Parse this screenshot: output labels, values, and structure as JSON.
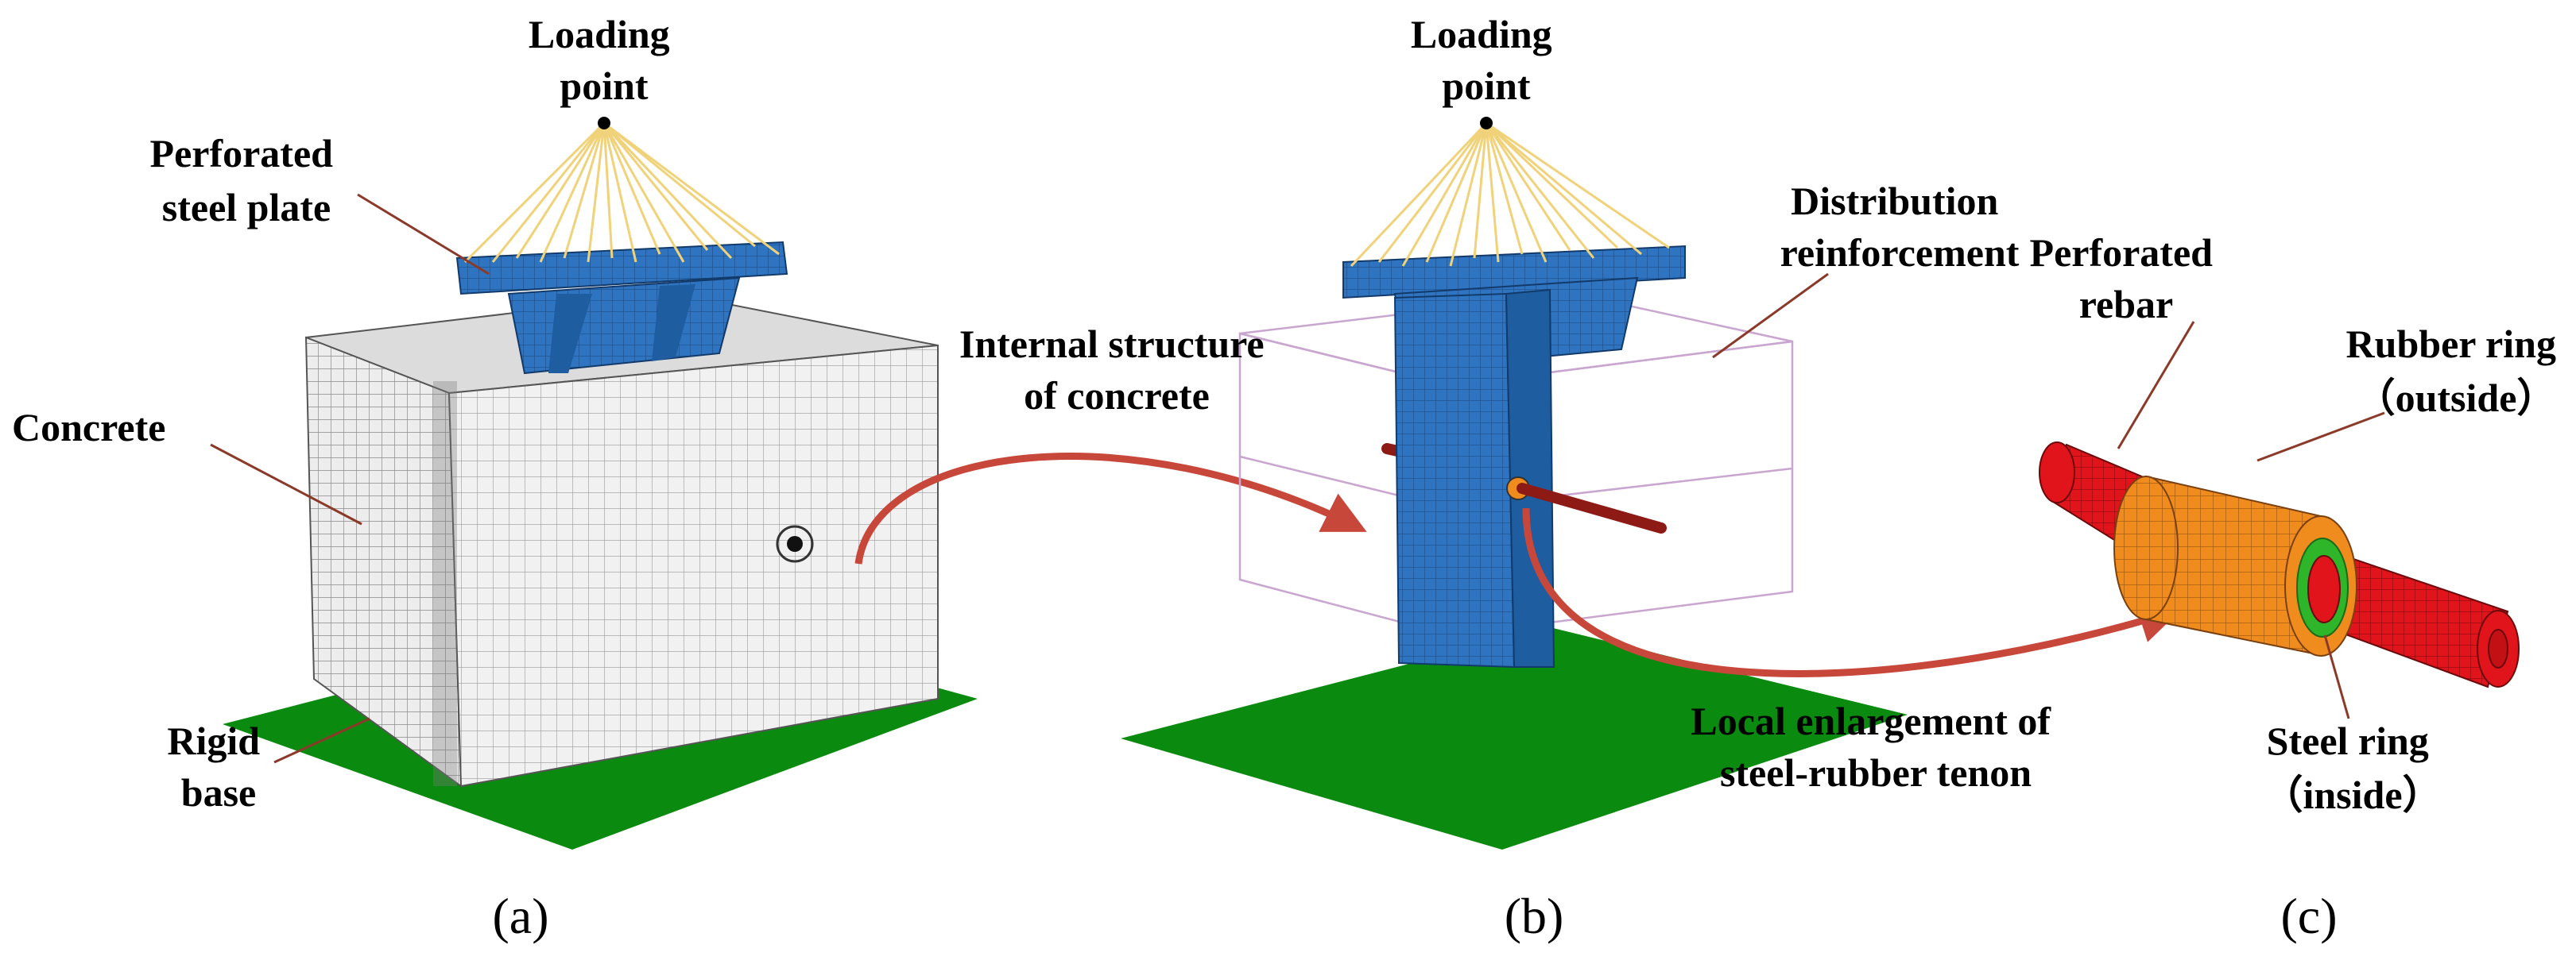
{
  "panels": [
    {
      "id": "a",
      "caption": "(a)"
    },
    {
      "id": "b",
      "caption": "(b)"
    },
    {
      "id": "c",
      "caption": "(c)"
    }
  ],
  "labels": {
    "loading_point": [
      "Loading",
      "point"
    ],
    "perforated_steel_plate": [
      "Perforated",
      "steel plate"
    ],
    "concrete": [
      "Concrete"
    ],
    "rigid_base": [
      "Rigid",
      "base"
    ],
    "internal_structure": [
      "Internal structure",
      "of concrete"
    ],
    "distribution_reinforcement": [
      "Distribution",
      "reinforcement"
    ],
    "local_enlargement": [
      "Local enlargement of",
      "steel-rubber tenon"
    ],
    "perforated_rebar": [
      "Perforated",
      "rebar"
    ],
    "rubber_ring": [
      "Rubber ring",
      "（outside）"
    ],
    "steel_ring": [
      "Steel ring",
      "（inside）"
    ]
  },
  "colors": {
    "base_green": "#0b8a10",
    "plate_blue": "#2f74c0",
    "rebar_red": "#e0141a",
    "rubber_orange": "#f08c1e",
    "steel_ring_green": "#2fb52a",
    "arrow_red": "#c8473b",
    "wire_yellow": "#f0d27a",
    "concrete_grey": "#ececec",
    "leader_brown": "#8b3a2a"
  }
}
